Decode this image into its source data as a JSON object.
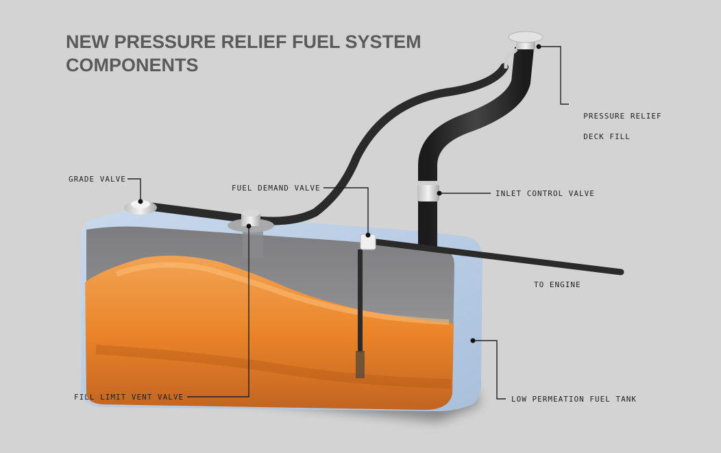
{
  "title": {
    "line1": "NEW PRESSURE RELIEF FUEL SYSTEM",
    "line2": "COMPONENTS"
  },
  "labels": {
    "pressure_relief_deck_fill": {
      "line1": "PRESSURE RELIEF",
      "line2": "DECK FILL"
    },
    "grade_valve": "GRADE VALVE",
    "fuel_demand_valve": "FUEL DEMAND VALVE",
    "inlet_control_valve": "INLET CONTROL VALVE",
    "to_engine": "TO ENGINE",
    "low_permeation_fuel_tank": "LOW PERMEATION FUEL TANK",
    "fill_limit_vent_valve": "FILL LIMIT VENT VALVE"
  },
  "colors": {
    "background": "#d3d3d3",
    "tank_shell": "#b9cde3",
    "fuel": "#f08a2a",
    "hose": "#2a2a2a",
    "fitting": "#e6e6e6",
    "leader_line": "#1f1f1f"
  }
}
